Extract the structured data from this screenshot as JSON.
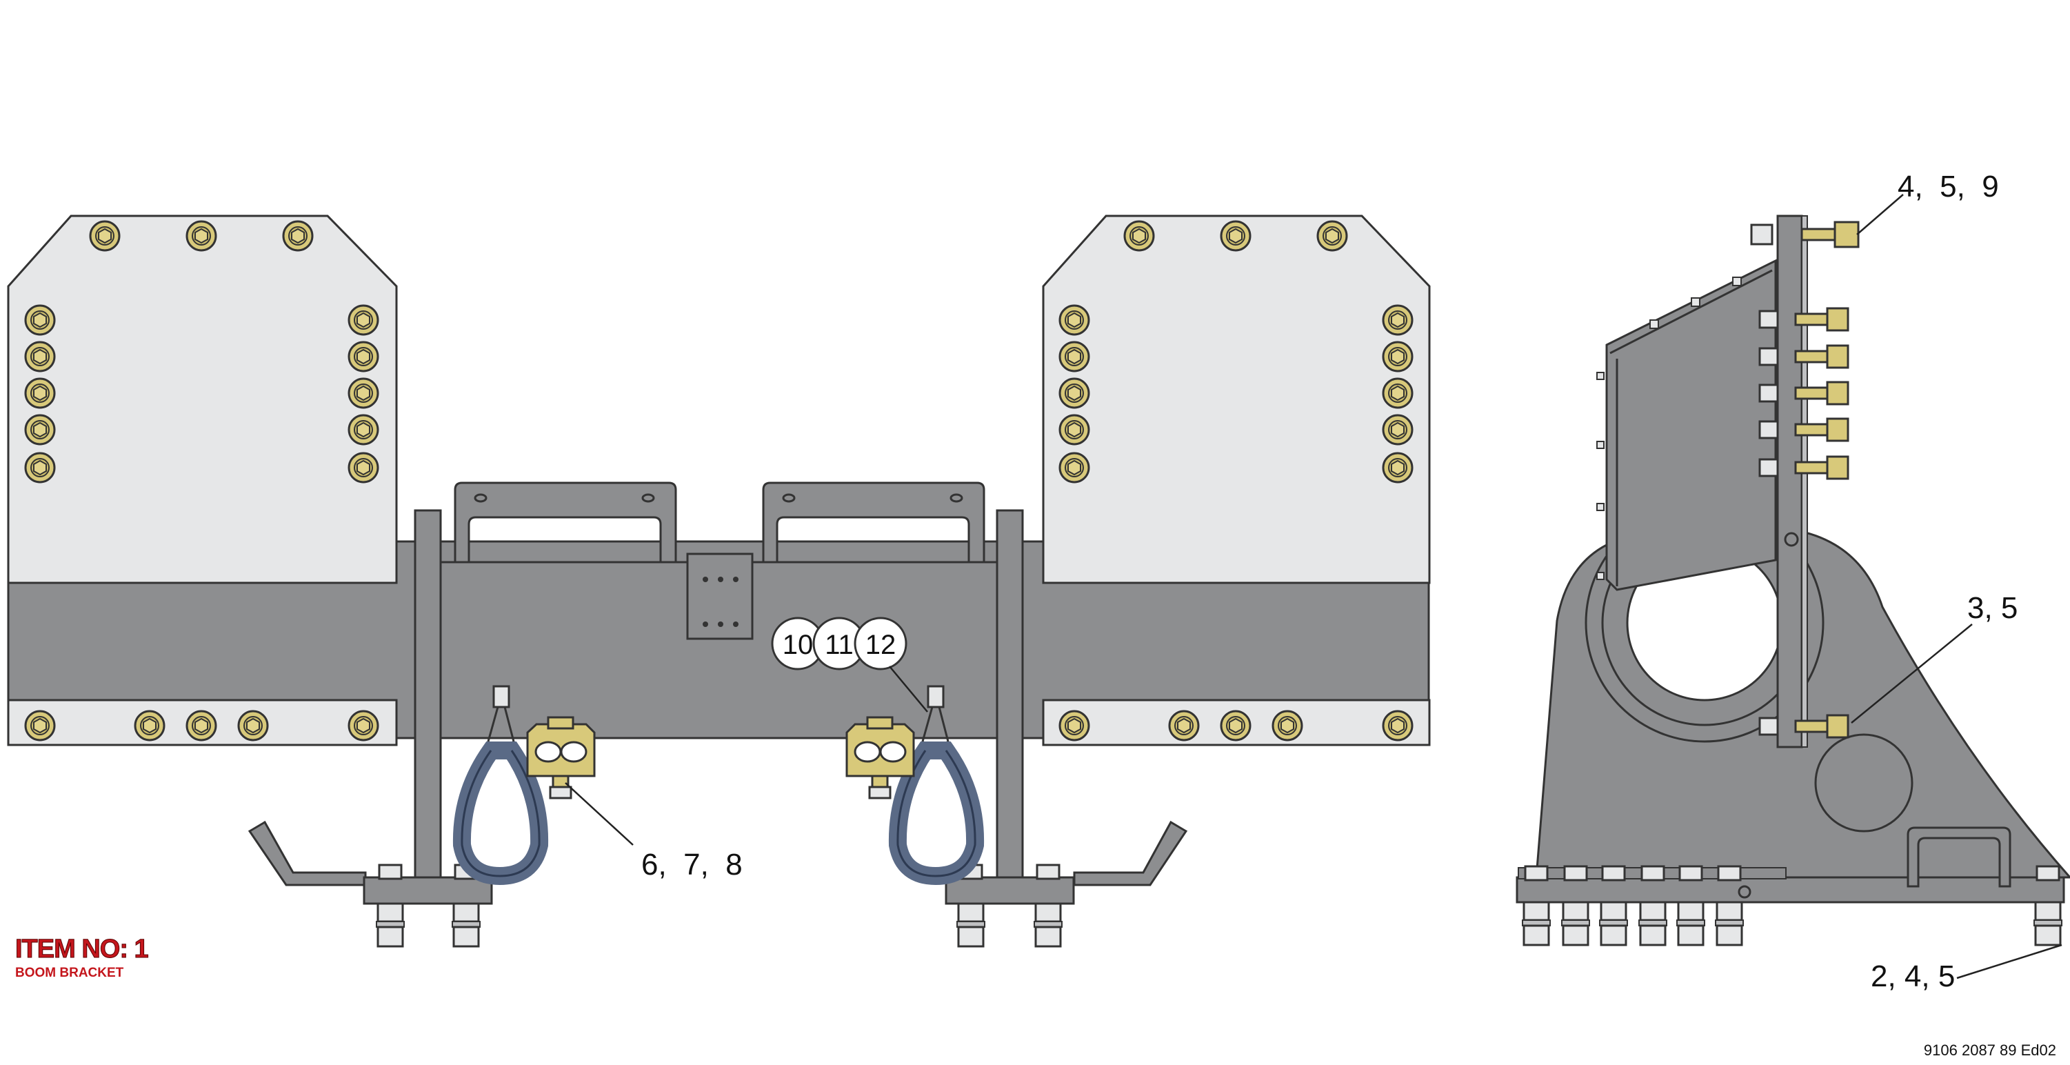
{
  "title_block": {
    "item_no": "ITEM NO: 1",
    "item_name": "BOOM BRACKET",
    "drawing_no": "9106 2087 89 Ed02"
  },
  "callouts": {
    "c1": "4,  5,  9",
    "c2": "3, 5",
    "c3": "6,  7,  8",
    "c4": "2, 4, 5"
  },
  "circle_labels": [
    "10",
    "11",
    "12"
  ],
  "colors": {
    "body_gray": "#8d8e90",
    "plate_light": "#e6e7e8",
    "bolt_gold": "#d8c97a",
    "hose_blue": "#5a6a86",
    "label_red": "#c4161c"
  }
}
